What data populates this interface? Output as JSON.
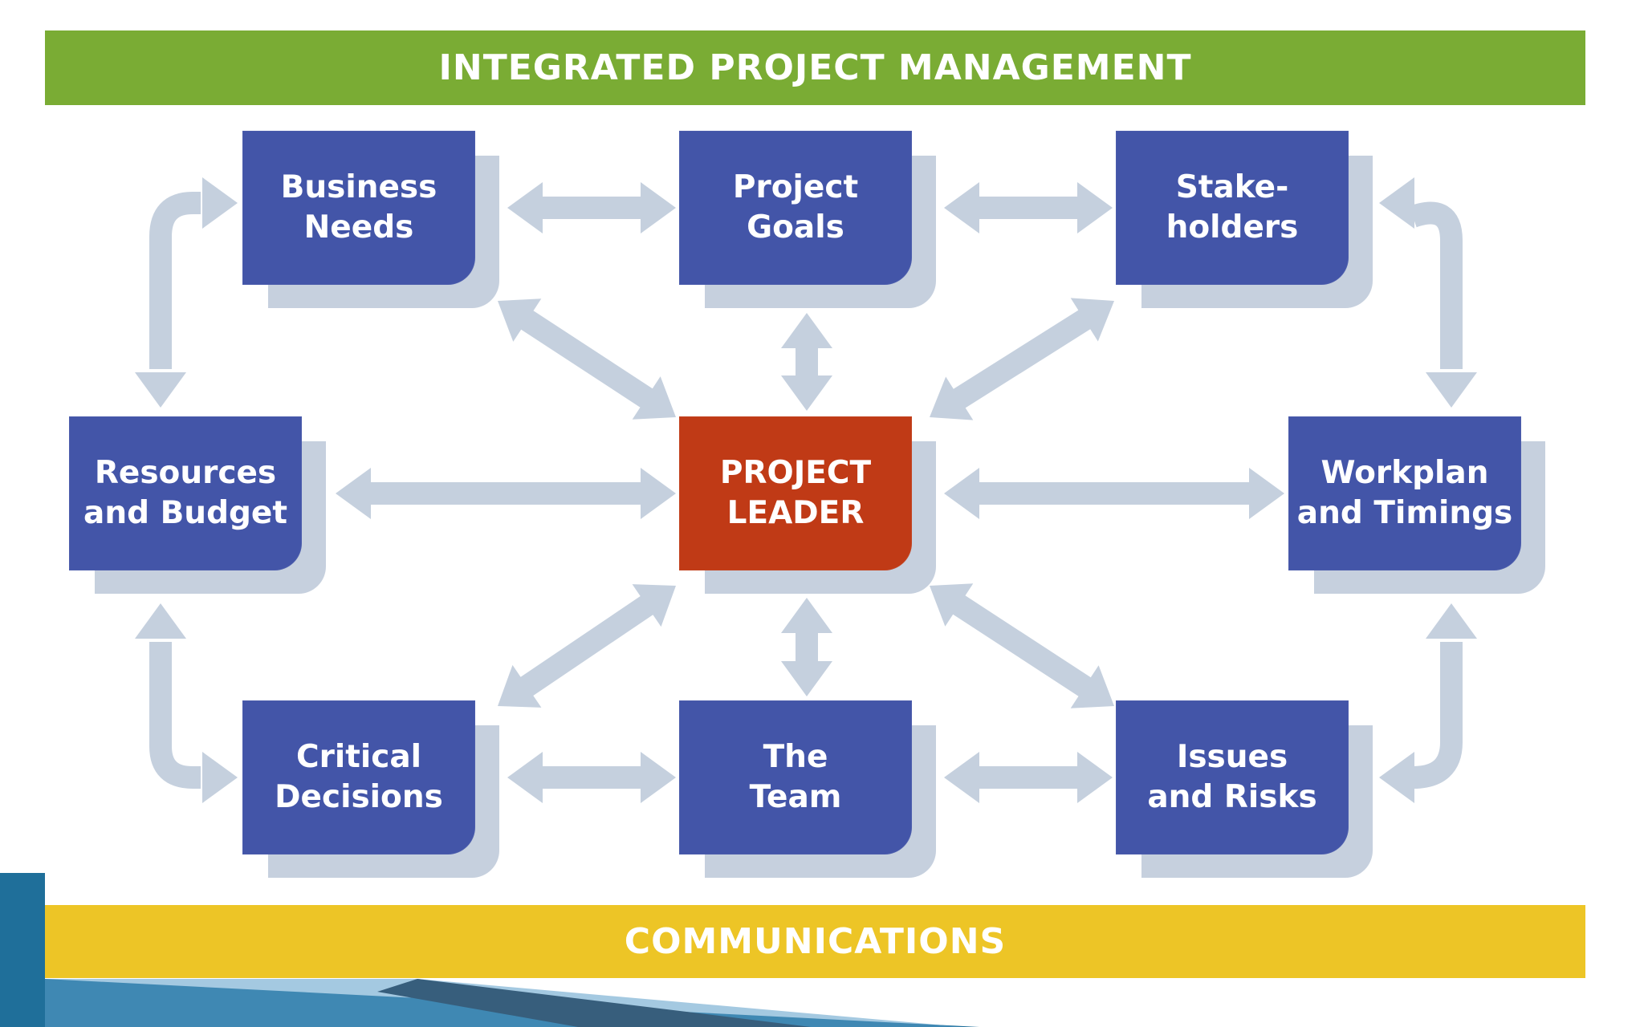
{
  "header": {
    "title": "INTEGRATED PROJECT MANAGEMENT"
  },
  "footer": {
    "title": "COMMUNICATIONS"
  },
  "nodes": {
    "business_needs": "Business\nNeeds",
    "project_goals": "Project\nGoals",
    "stakeholders": "Stake-\nholders",
    "resources_budget": "Resources\nand Budget",
    "project_leader": "PROJECT\nLEADER",
    "workplan_timings": "Workplan\nand Timings",
    "critical_decisions": "Critical\nDecisions",
    "the_team": "The\nTeam",
    "issues_risks": "Issues\nand Risks"
  },
  "colors": {
    "header_green": "#7aac34",
    "footer_yellow": "#edc526",
    "node_blue": "#4355a8",
    "leader_red": "#c03a16",
    "arrow_gray": "#c5d0de"
  }
}
